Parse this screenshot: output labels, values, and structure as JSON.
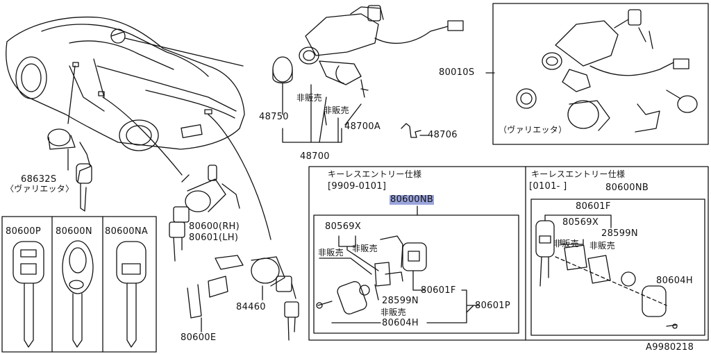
{
  "diagram": {
    "highlight_color": "#9aa4dc",
    "figure_code": "A9980218",
    "parts": {
      "p80010s": "80010S",
      "p48750": "48750",
      "p48700a": "48700A",
      "p48700": "48700",
      "p48706": "48706",
      "p68632s": "68632S",
      "p80600rh": "80600(RH)",
      "p80601lh": "80601(LH)",
      "p84460": "84460",
      "p80600e": "80600E",
      "p80600p": "80600P",
      "p80600n": "80600N",
      "p80600na": "80600NA",
      "p80600nb_left": "80600NB",
      "p80569x_left": "80569X",
      "p80601f_left": "80601F",
      "p28599n_left": "28599N",
      "p80601p": "80601P",
      "p80604h": "80604H",
      "p80600nb_right": "80600NB",
      "p80601f_right": "80601F",
      "p80569x_right": "80569X",
      "p28599n_right": "28599N",
      "p80604h_right": "80604H"
    },
    "notes": {
      "variety_top": "（ヴァリエッタ）",
      "variety_left": "〈ヴァリエッタ〉",
      "not_for_sale": "非販売",
      "keyless_spec": "キーレスエントリー仕様",
      "date_range_left": "[9909-0101]",
      "date_range_right": "[0101-      ]"
    }
  }
}
